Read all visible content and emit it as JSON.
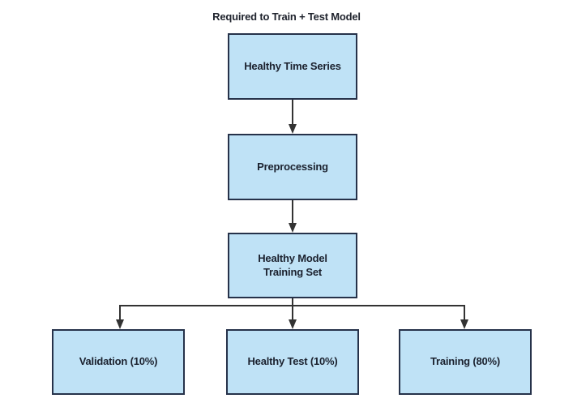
{
  "diagram": {
    "title": "Required to Train + Test Model",
    "nodes": [
      {
        "id": "healthy-time-series",
        "label": "Healthy Time Series"
      },
      {
        "id": "preprocessing",
        "label": "Preprocessing"
      },
      {
        "id": "healthy-model-training-set",
        "label": "Healthy Model Training Set"
      },
      {
        "id": "validation",
        "label": "Validation (10%)"
      },
      {
        "id": "healthy-test",
        "label": "Healthy Test (10%)"
      },
      {
        "id": "training",
        "label": "Training (80%)"
      }
    ],
    "edges": [
      {
        "from": "healthy-time-series",
        "to": "preprocessing"
      },
      {
        "from": "preprocessing",
        "to": "healthy-model-training-set"
      },
      {
        "from": "healthy-model-training-set",
        "to": "validation"
      },
      {
        "from": "healthy-model-training-set",
        "to": "healthy-test"
      },
      {
        "from": "healthy-model-training-set",
        "to": "training"
      }
    ],
    "colors": {
      "background": "#ffffff",
      "node_fill": "#bfe2f6",
      "node_border": "#26324a",
      "arrow": "#333333",
      "text": "#1b212e"
    }
  }
}
